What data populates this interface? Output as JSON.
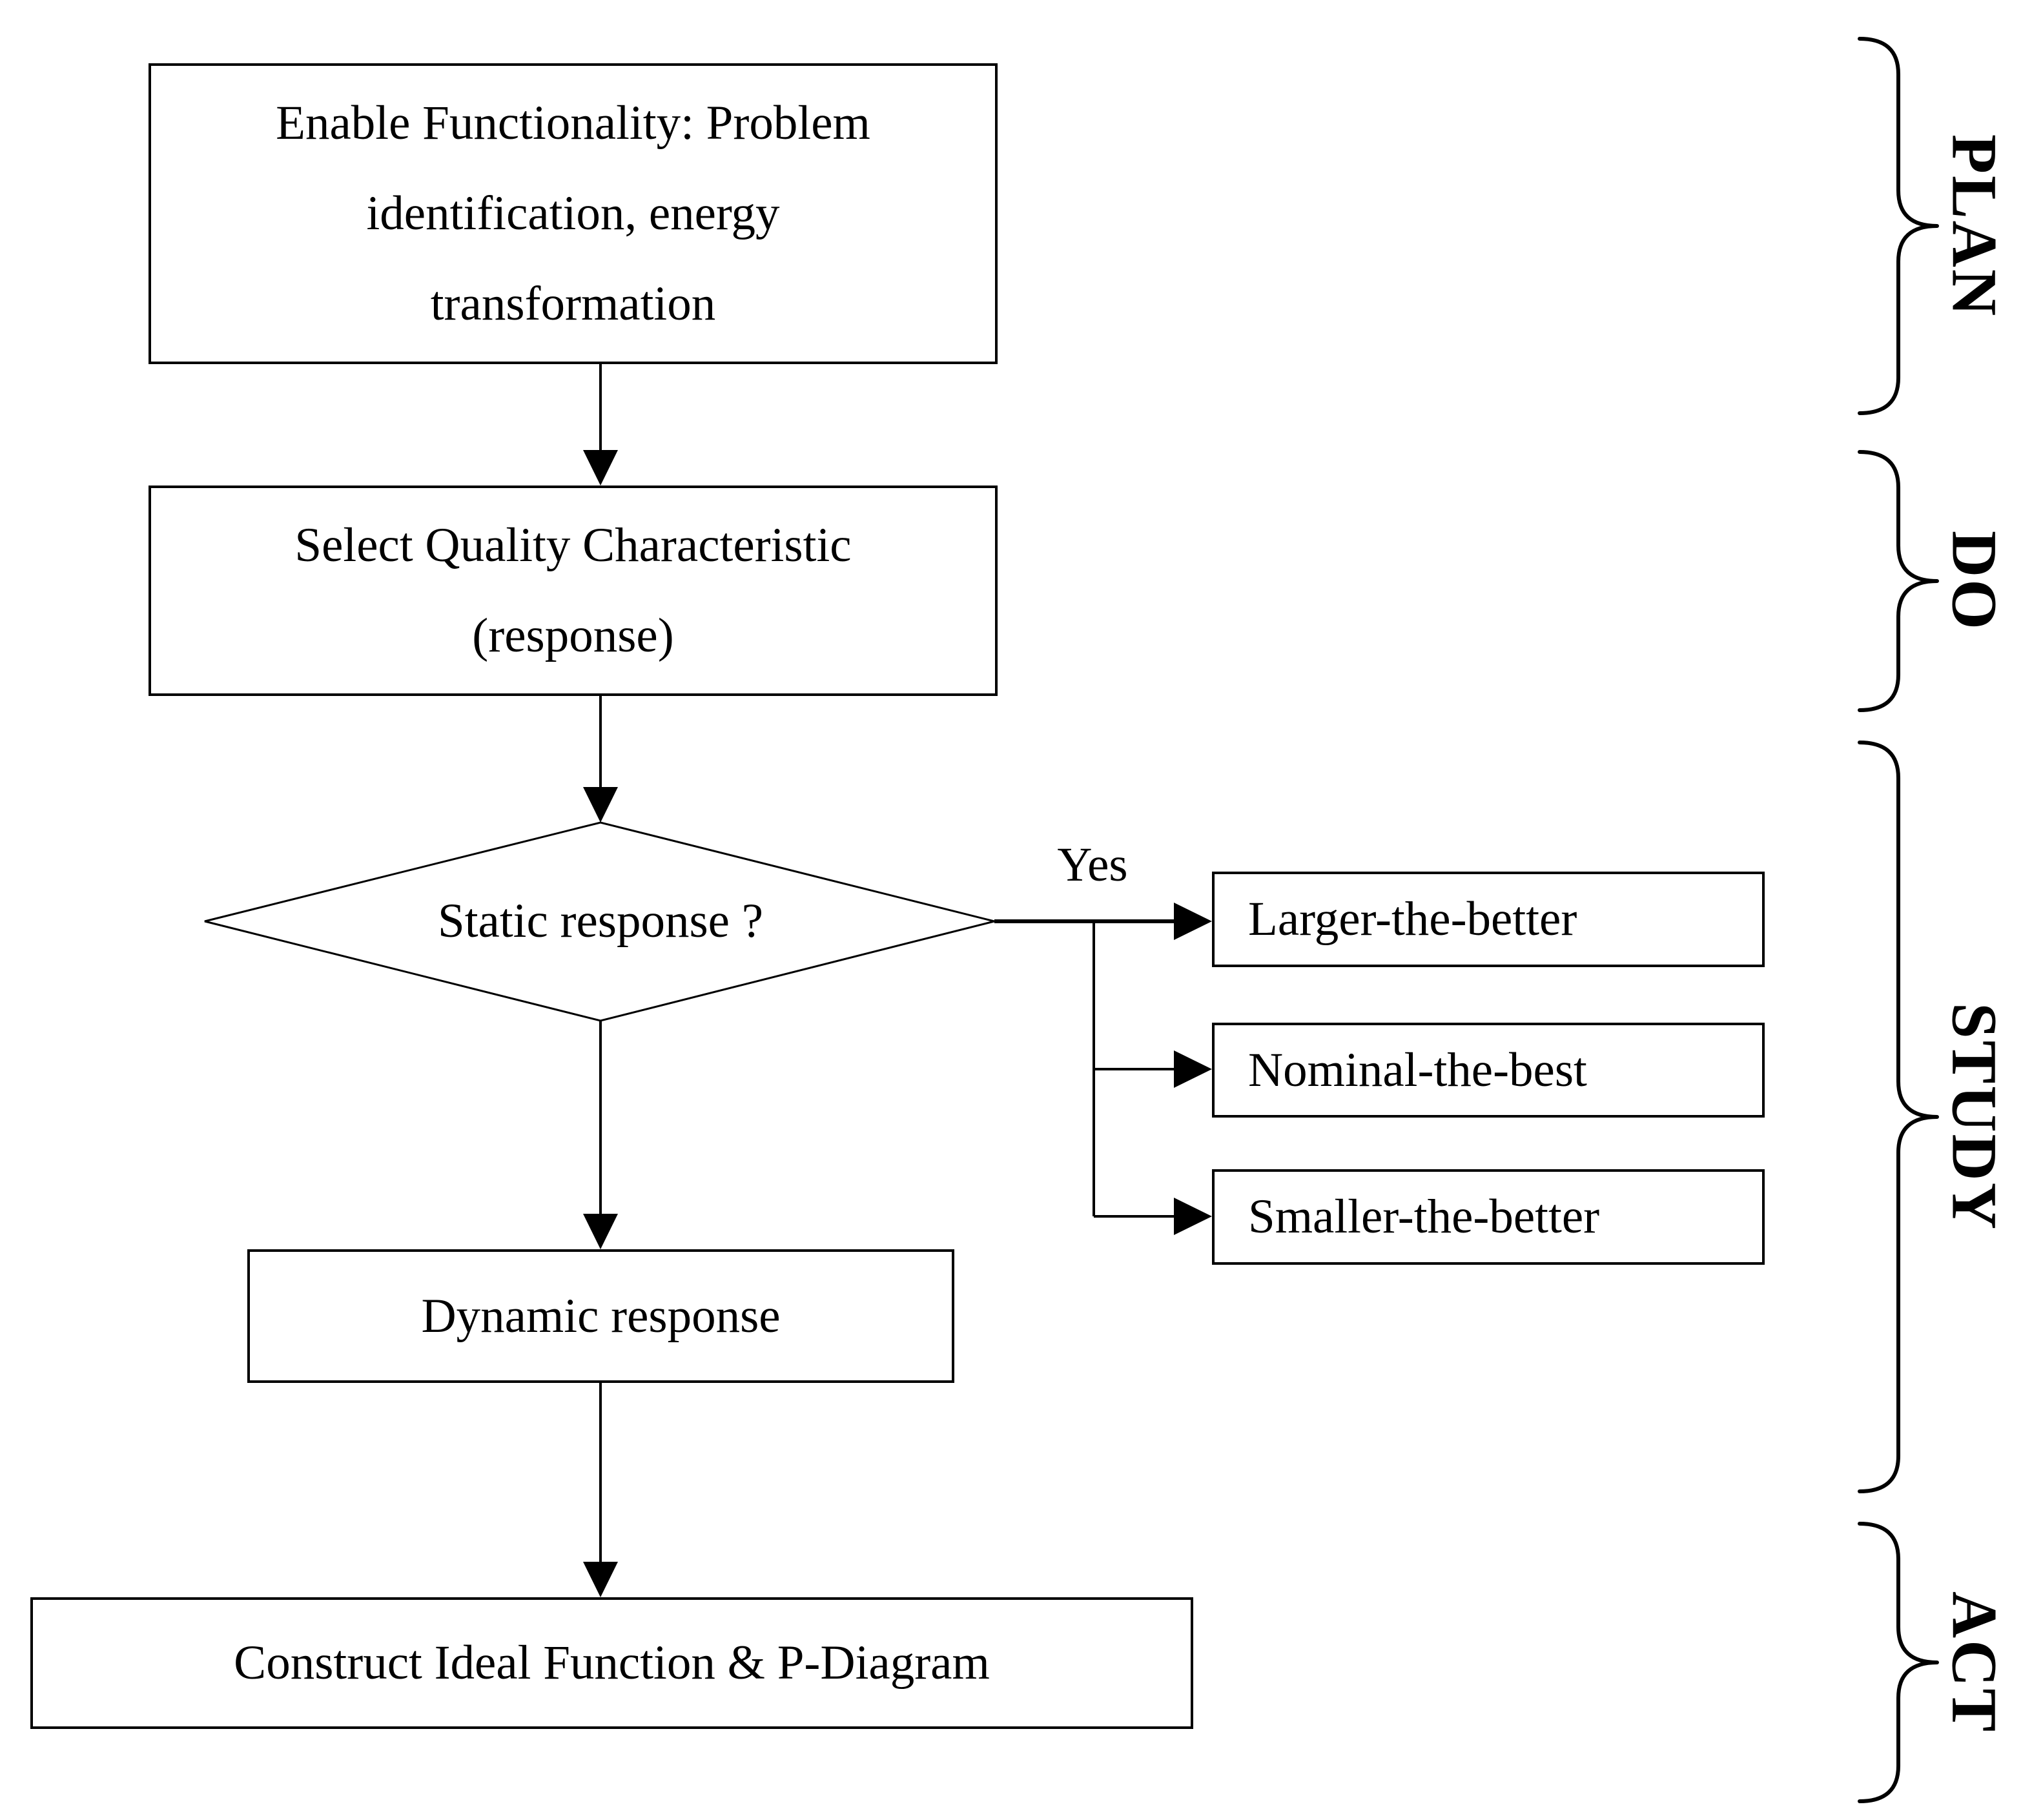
{
  "meta": {
    "background_color": "#ffffff",
    "ink_color": "#000000",
    "diagram_kind": "flowchart"
  },
  "flowchart": {
    "plan_box": {
      "lines": [
        "Enable Functionality: Problem",
        "identification, energy",
        "transformation"
      ]
    },
    "do_box": {
      "lines": [
        "Select Quality Characteristic",
        "(response)"
      ]
    },
    "decision": {
      "label": "Static response ?"
    },
    "branch_label": "Yes",
    "static_options": [
      {
        "label": "Larger-the-better"
      },
      {
        "label": "Nominal-the-best"
      },
      {
        "label": "Smaller-the-better"
      }
    ],
    "dynamic_box": {
      "label": "Dynamic response"
    },
    "act_box": {
      "label": "Construct Ideal Function & P-Diagram"
    }
  },
  "phases": [
    {
      "label": "PLAN"
    },
    {
      "label": "DO"
    },
    {
      "label": "STUDY"
    },
    {
      "label": "ACT"
    }
  ]
}
